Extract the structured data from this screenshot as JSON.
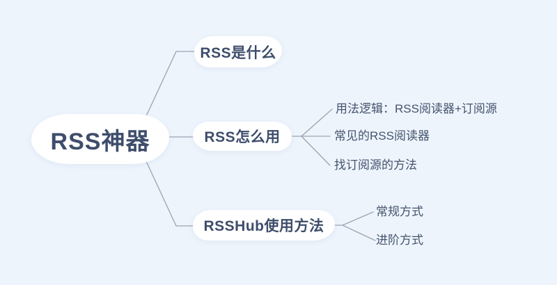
{
  "theme": {
    "bg": "#edf4fc",
    "node_bg": "#ffffff",
    "node_text": "#3e4d6b",
    "leaf_text": "#45536d",
    "line": "#9aa3b2"
  },
  "mindmap": {
    "root": {
      "label": "RSS神器"
    },
    "branches": [
      {
        "label": "RSS是什么",
        "children": []
      },
      {
        "label": "RSS怎么用",
        "children": [
          "用法逻辑：RSS阅读器+订阅源",
          "常见的RSS阅读器",
          "找订阅源的方法"
        ]
      },
      {
        "label": "RSSHub使用方法",
        "children": [
          "常规方式",
          "进阶方式"
        ]
      }
    ]
  }
}
